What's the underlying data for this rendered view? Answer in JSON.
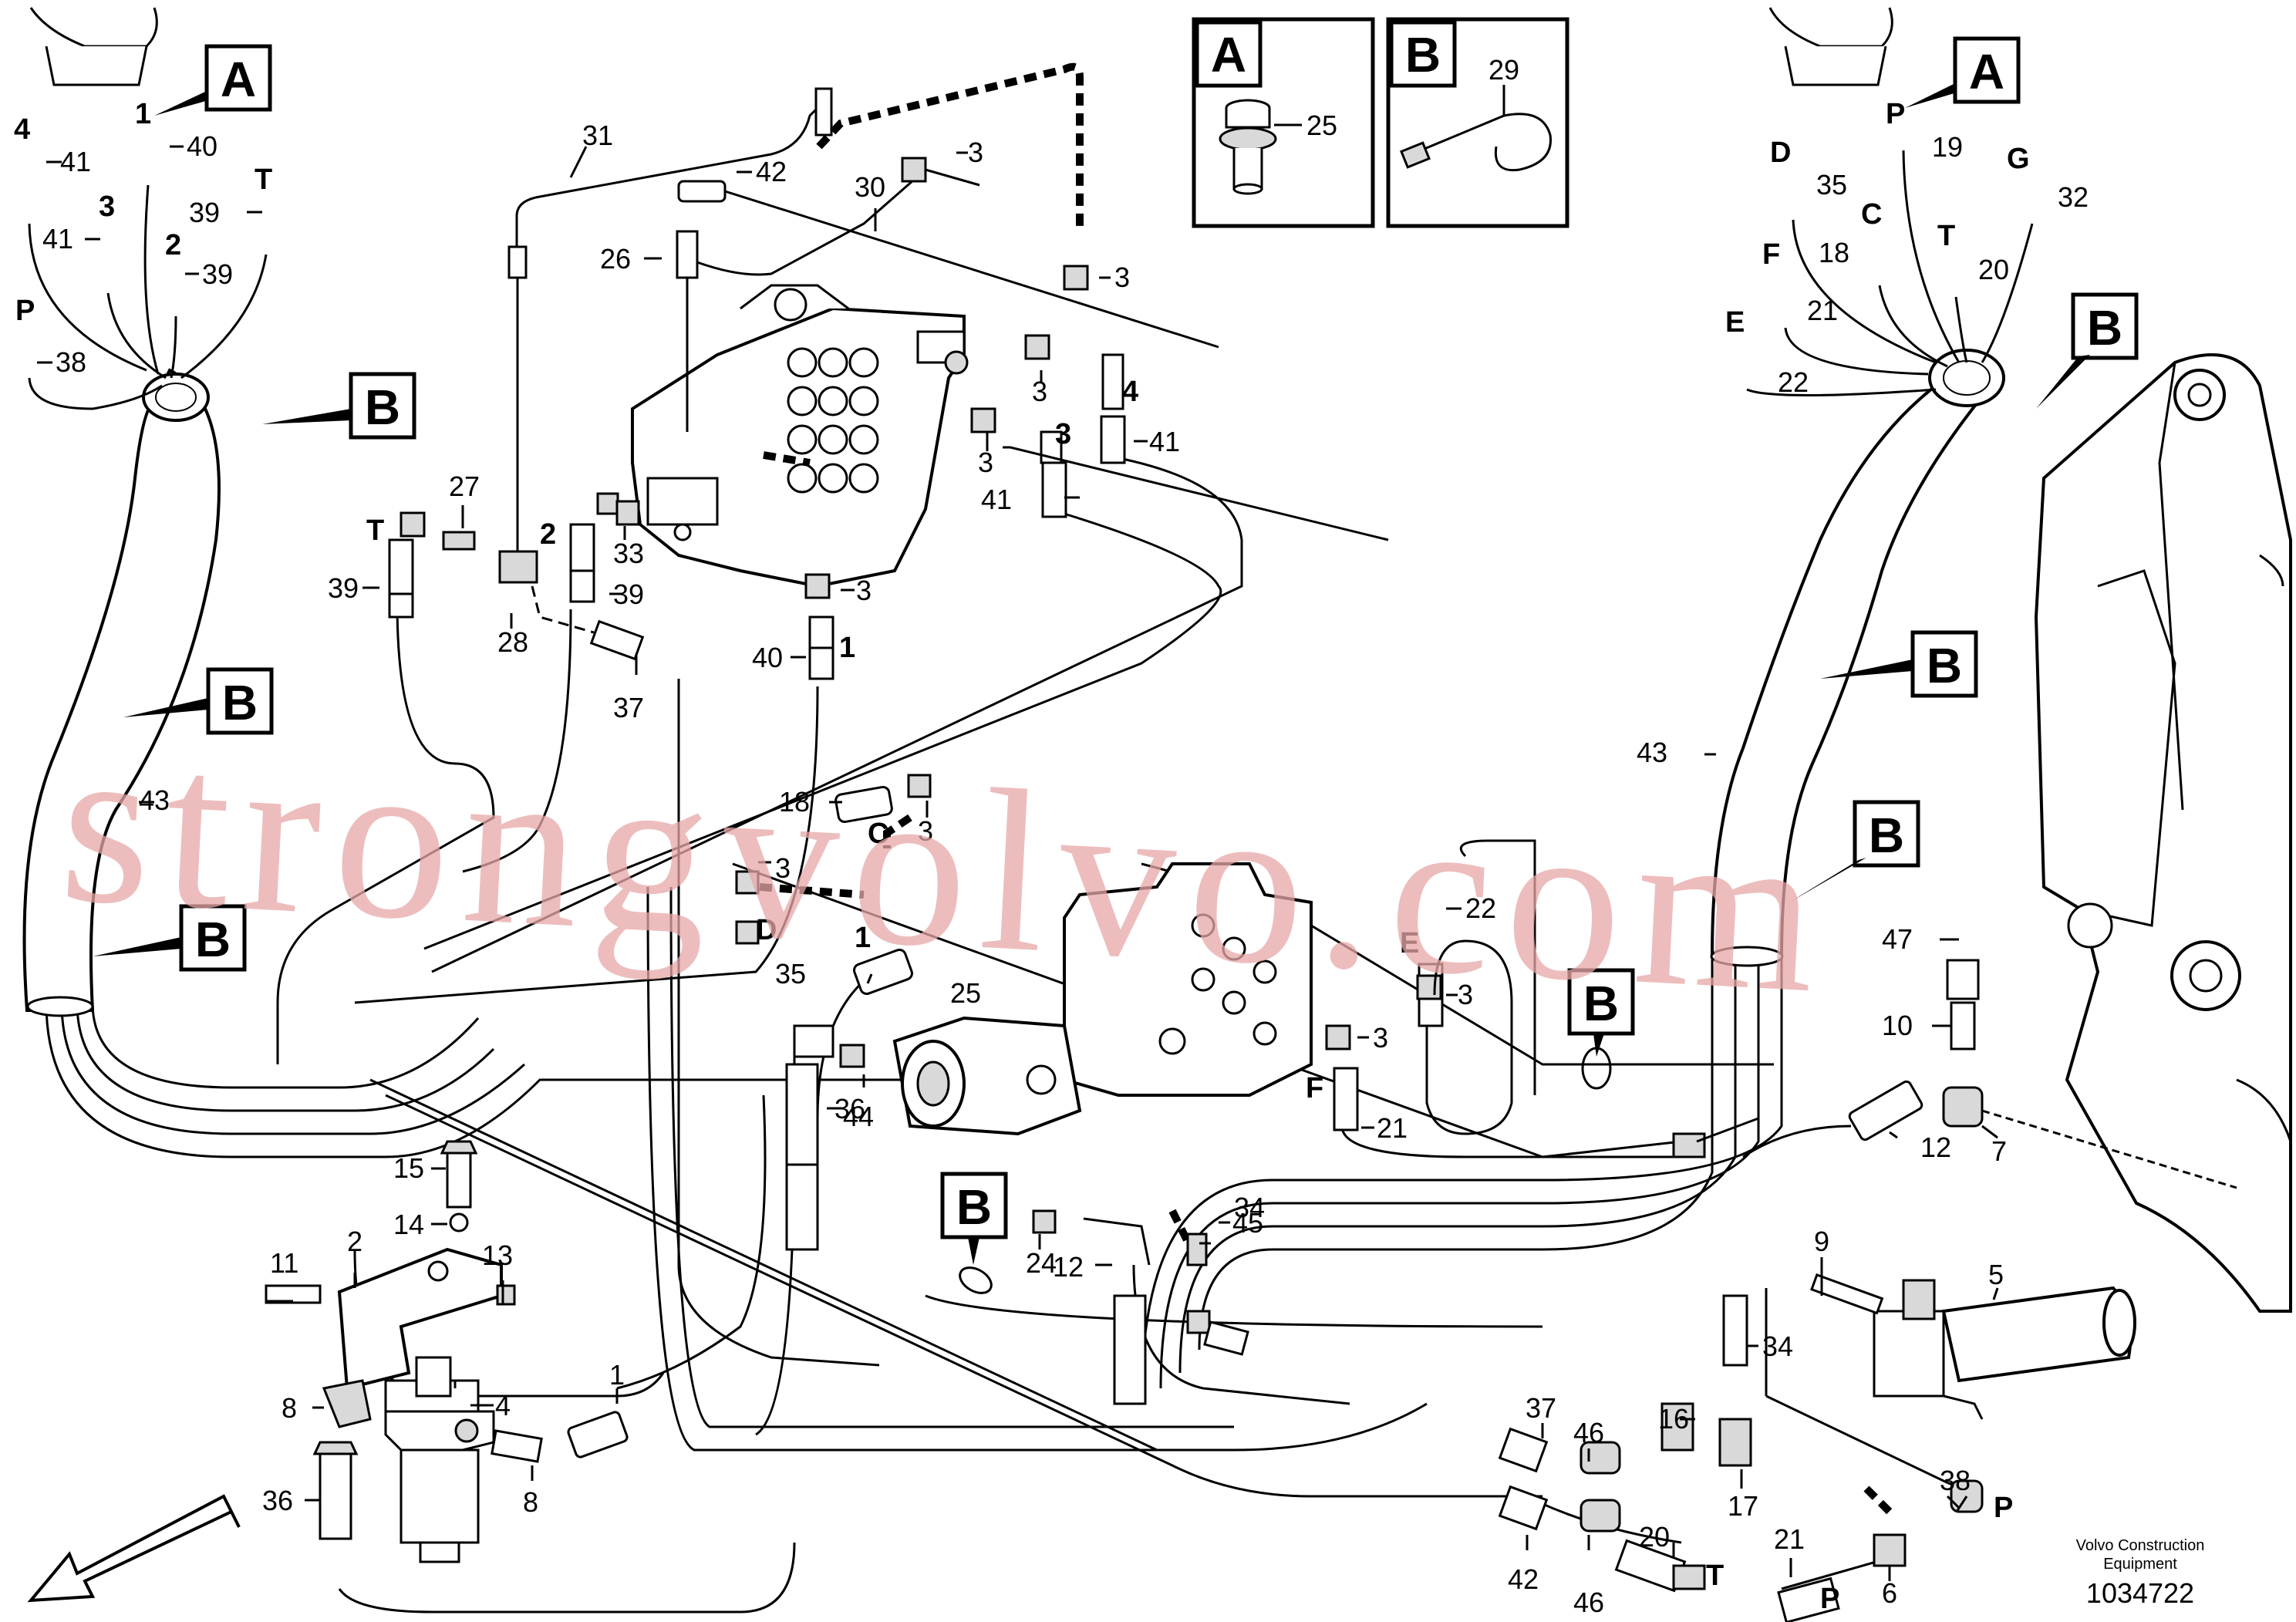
{
  "legend": {
    "box_a": {
      "letter": "A",
      "part": "25"
    },
    "box_b": {
      "letter": "B",
      "part": "29"
    }
  },
  "left_bundle": {
    "callout": "A",
    "ends": [
      {
        "letter": "4",
        "part": "41"
      },
      {
        "letter": "1",
        "part": "40"
      },
      {
        "letter": "T",
        "part": "39"
      },
      {
        "letter": "3",
        "part": "41"
      },
      {
        "letter": "2",
        "part": "39"
      },
      {
        "letter": "P",
        "part": "38"
      }
    ],
    "sleeve_markers": [
      "B",
      "B",
      "B"
    ],
    "sleeve_part": "43"
  },
  "right_bundle": {
    "callout": "A",
    "ends": [
      {
        "letter": "P",
        "part": "19"
      },
      {
        "letter": "D",
        "part": "35"
      },
      {
        "letter": "G",
        "part": "32"
      },
      {
        "letter": "C",
        "part": "18"
      },
      {
        "letter": "T",
        "part": "20"
      },
      {
        "letter": "F",
        "part": "21"
      },
      {
        "letter": "E",
        "part": "22"
      }
    ],
    "sleeve_markers": [
      "B",
      "B",
      "B"
    ],
    "sleeve_part": "43"
  },
  "upper_valve_callouts": [
    "31",
    "42",
    "3",
    "30",
    "26",
    "3",
    "3",
    "4",
    "3",
    "41",
    "3",
    "41",
    "27",
    "T",
    "2",
    "33",
    "39",
    "28",
    "39",
    "3",
    "40",
    "1",
    "37"
  ],
  "pump_callouts": [
    "18",
    "3",
    "C",
    "3",
    "D",
    "35",
    "1",
    "25",
    "44",
    "36",
    "24",
    "45",
    "34",
    "12",
    "22",
    "E",
    "3",
    "3",
    "F",
    "21"
  ],
  "pump_markers": [
    "B",
    "B"
  ],
  "filter_callouts": [
    "15",
    "14",
    "11",
    "2",
    "13",
    "8",
    "4",
    "36",
    "8",
    "1"
  ],
  "right_callouts": [
    "47",
    "10",
    "12",
    "7",
    "9",
    "5",
    "34",
    "37",
    "46",
    "16",
    "17",
    "38",
    "P",
    "42",
    "46",
    "20",
    "T",
    "21",
    "P",
    "6"
  ],
  "footer": {
    "company_line1": "Volvo Construction",
    "company_line2": "Equipment",
    "drawing_number": "1034722"
  },
  "watermark": "strongvolvo.com"
}
